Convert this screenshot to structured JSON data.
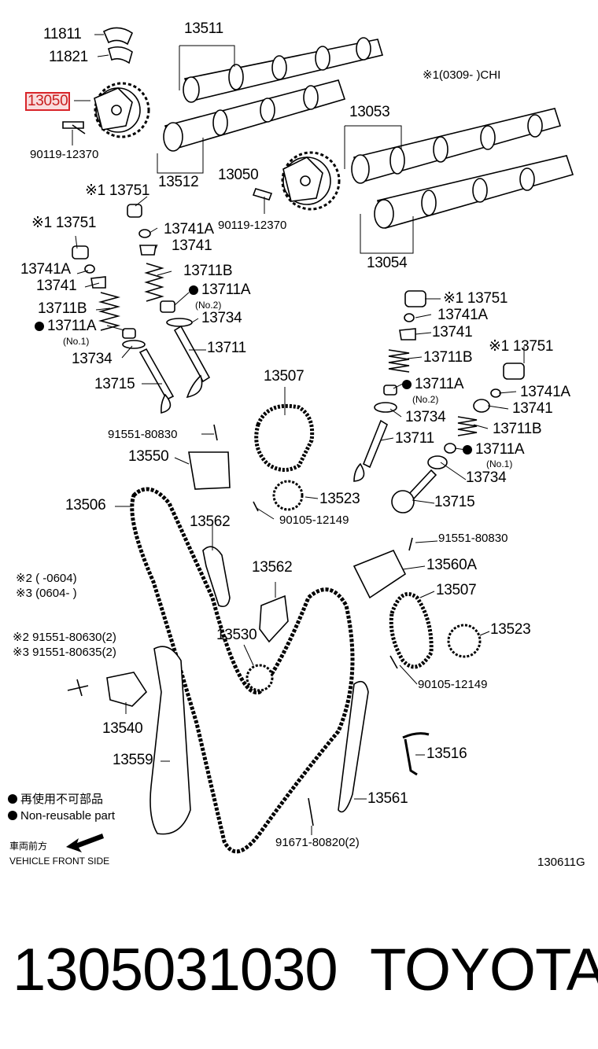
{
  "diagram": {
    "labels": {
      "p11811": "11811",
      "p11821": "11821",
      "p13511": "13511",
      "p13050_hl": "13050",
      "p90119_a": "90119-12370",
      "p13512": "13512",
      "p13053": "13053",
      "p13050_b": "13050",
      "p90119_b": "90119-12370",
      "p13054": "13054",
      "note_chi": "※1(0309-     )CHI",
      "l13751_a": "※1 13751",
      "l13741A_a": "13741A",
      "l13741_a": "13741",
      "l13751_b": "※1 13751",
      "l13711B_a": "13711B",
      "l13741A_b": "13741A",
      "l13711A_a": "13711A",
      "no2_a": "(No.2)",
      "l13741_b": "13741",
      "l13734_a": "13734",
      "l13711B_b": "13711B",
      "l13711A_b": "13711A",
      "no1_a": "(No.1)",
      "l13711_a": "13711",
      "l13734_b": "13734",
      "l13715_a": "13715",
      "l13507_a": "13507",
      "r13751_a": "※1 13751",
      "r13741A_a": "13741A",
      "r13741_a": "13741",
      "r13711B_a": "13711B",
      "r13751_b": "※1 13751",
      "r13711A_a": "13711A",
      "no2_b": "(No.2)",
      "r13741A_b": "13741A",
      "r13741_b": "13741",
      "r13734_a": "13734",
      "r13711B_b": "13711B",
      "r13711_a": "13711",
      "r13711A_b": "13711A",
      "no1_b": "(No.1)",
      "r13734_b": "13734",
      "r13715_a": "13715",
      "p91551_80830_a": "91551-80830",
      "p13550": "13550",
      "p13506": "13506",
      "p13523_a": "13523",
      "p90105_a": "90105-12149",
      "p13562_a": "13562",
      "p91551_80830_b": "91551-80830",
      "p13560A": "13560A",
      "note2": "※2 (       -0604)",
      "note3": "※3 (0604-        )",
      "p13562_b": "13562",
      "p13507_b": "13507",
      "p13523_b": "13523",
      "n2_bolt": "※2 91551-80630(2)",
      "n3_bolt": "※3 91551-80635(2)",
      "p13530": "13530",
      "p90105_b": "90105-12149",
      "p13540": "13540",
      "p13516": "13516",
      "p13559": "13559",
      "p13561": "13561",
      "p91671": "91671-80820(2)",
      "legend_jp": "再使用不可部品",
      "legend_en": "Non-reusable part",
      "front_jp": "車両前方",
      "front_en": "VEHICLE FRONT SIDE",
      "diagram_code": "130611G"
    }
  },
  "footer": {
    "part_number": "1305031030",
    "brand": "TOYOTA"
  },
  "colors": {
    "highlight": "#d9252a",
    "ink": "#000000",
    "background": "#ffffff"
  }
}
